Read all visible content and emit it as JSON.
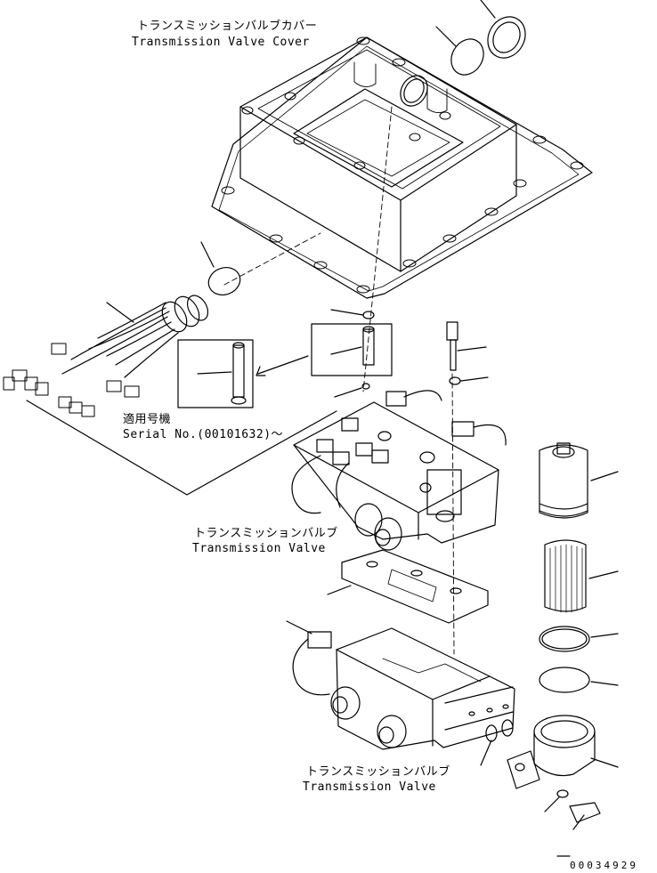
{
  "labels": {
    "cover_jp": "トランスミッションバルブカバー",
    "cover_en": "Transmission Valve Cover",
    "serial_jp": "適用号機",
    "serial_en": "Serial No.(00101632)～",
    "valve1_jp": "トランスミッションバルブ",
    "valve1_en": "Transmission Valve",
    "valve2_jp": "トランスミッションバルブ",
    "valve2_en": "Transmission Valve",
    "drawing_no": "00034929"
  }
}
